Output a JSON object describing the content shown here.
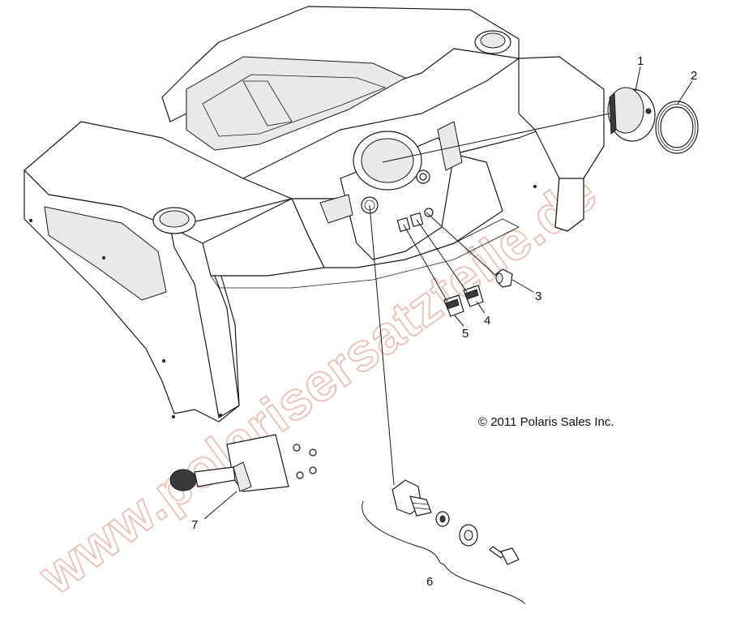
{
  "watermark": {
    "text": "www.polarisersatzteile.de",
    "color": "#e6c7bd"
  },
  "copyright": "© 2011 Polaris Sales Inc.",
  "callouts": [
    {
      "id": "1",
      "label": "1"
    },
    {
      "id": "2",
      "label": "2"
    },
    {
      "id": "3",
      "label": "3"
    },
    {
      "id": "4",
      "label": "4"
    },
    {
      "id": "5",
      "label": "5"
    },
    {
      "id": "6",
      "label": "6"
    },
    {
      "id": "7",
      "label": "7"
    }
  ]
}
